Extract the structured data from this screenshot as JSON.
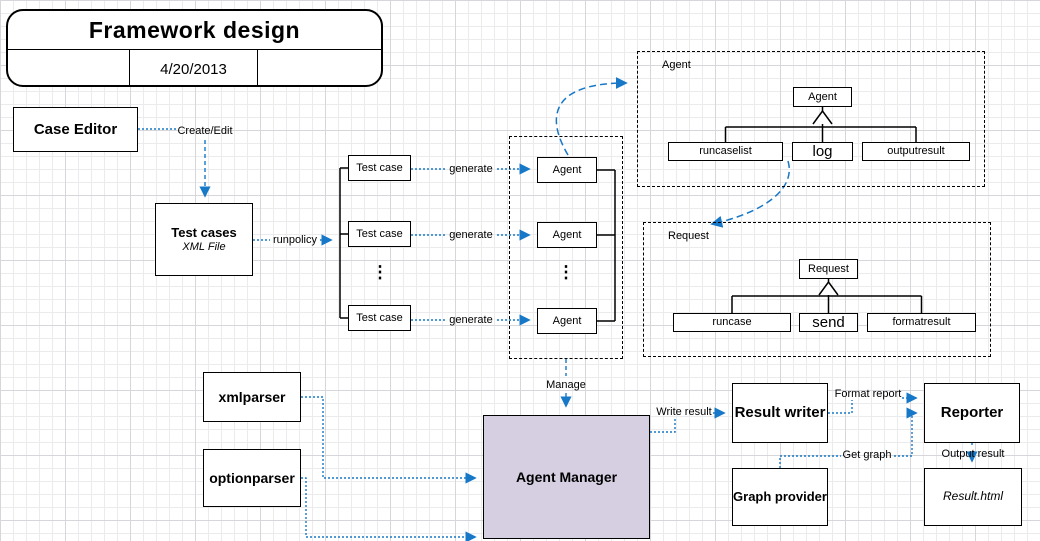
{
  "title_block": {
    "title": "Framework design",
    "date": "4/20/2013"
  },
  "labels": {
    "create_edit": "Create/Edit",
    "runpolicy": "runpolicy",
    "generate": "generate",
    "manage": "Manage",
    "write_result": "Write result",
    "format_report": "Format report",
    "get_graph": "Get graph",
    "output_result": "Output result",
    "ellipsis": "⋮"
  },
  "nodes": {
    "case_editor": "Case Editor",
    "test_cases": "Test cases",
    "test_cases_subtitle": "XML File",
    "test_case": "Test case",
    "agent": "Agent",
    "xmlparser": "xmlparser",
    "optionparser": "optionparser",
    "agent_manager": "Agent Manager",
    "result_writer": "Result writer",
    "graph_provider": "Graph provider",
    "reporter": "Reporter",
    "result_html": "Result.html"
  },
  "agent_class_diagram": {
    "container_label": "Agent",
    "parent": "Agent",
    "children": [
      "runcaselist",
      "log",
      "outputresult"
    ]
  },
  "request_class_diagram": {
    "container_label": "Request",
    "parent": "Request",
    "children": [
      "runcase",
      "send",
      "formatresult"
    ]
  },
  "colors": {
    "connector_blue": "#1778c8",
    "agent_manager_fill": "#d6cfe2",
    "grid_minor": "#ebebee",
    "grid_major": "#d7d7db"
  }
}
